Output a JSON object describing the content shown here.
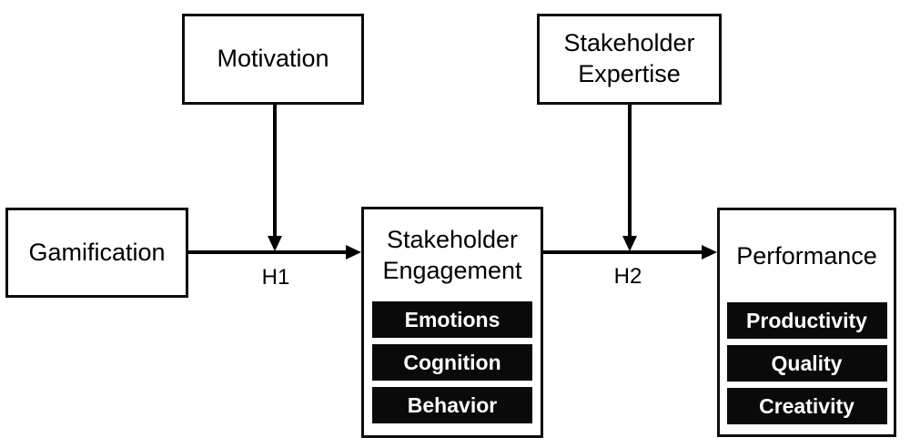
{
  "diagram": {
    "nodes": {
      "gamification": {
        "label": "Gamification"
      },
      "motivation": {
        "label": "Motivation"
      },
      "stakeholder_expertise": {
        "label": "Stakeholder Expertise"
      },
      "stakeholder_engagement": {
        "label": "Stakeholder Engagement",
        "components": [
          "Emotions",
          "Cognition",
          "Behavior"
        ]
      },
      "performance": {
        "label": "Performance",
        "components": [
          "Productivity",
          "Quality",
          "Creativity"
        ]
      }
    },
    "hypotheses": {
      "h1": "H1",
      "h2": "H2"
    },
    "colors": {
      "background": "#ffffff",
      "box_fill": "#ffffff",
      "box_border": "#0d0d0d",
      "component_fill": "#0a0a0a",
      "component_text": "#ffffff",
      "arrow": "#000000",
      "text": "#000000"
    }
  }
}
